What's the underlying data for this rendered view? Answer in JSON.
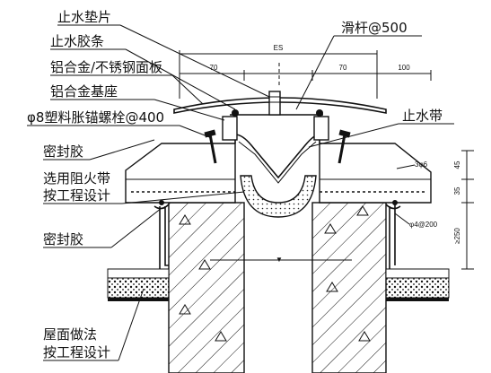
{
  "labels": {
    "water_stop_gasket": "止水垫片",
    "water_stop_strip": "止水胶条",
    "face_plate": "铝合金/不锈钢面板",
    "base": "铝合金基座",
    "anchor_bolt": "φ8塑料胀锚螺栓@400",
    "sealant_top": "密封胶",
    "fire_belt_line1": "选用阻火带",
    "fire_belt_line2": "按工程设计",
    "sealant_bottom": "密封胶",
    "roof_line1": "屋面做法",
    "roof_line2": "按工程设计",
    "slide_bar": "滑杆@500",
    "water_stop_belt": "止水带"
  },
  "dimensions": {
    "es": "ES",
    "w_left": "70",
    "w_right": "70",
    "w_edge": "100",
    "h_top": "45",
    "h_mid": "35",
    "h_bottom": "≥250",
    "rebar_top": "3φ6",
    "rebar_side": "φ4@200"
  }
}
